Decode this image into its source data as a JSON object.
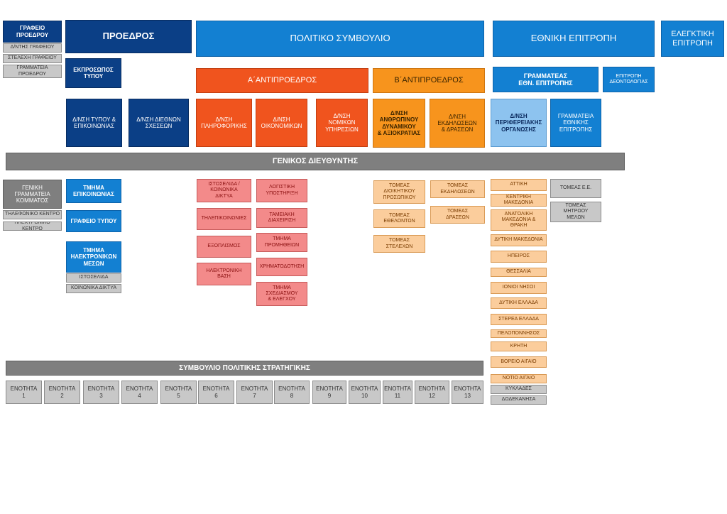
{
  "top": {
    "office_president": "ΓΡΑΦΕΙΟ\nΠΡΟΕΔΡΟΥ",
    "office_director": "Δ/ΝΤΗΣ ΓΡΑΦΕΙΟΥ",
    "office_staff": "ΣΤΕΛΕΧΗ ΓΡΑΦΕΙΟΥ",
    "office_secretariat": "ΓΡΑΜΜΑΤΕΙΑ\nΠΡΟΕΔΡΟΥ",
    "president": "ΠΡΟΕΔΡΟΣ",
    "spokesperson": "ΕΚΠΡΟΣΩΠΟΣ\nΤΥΠΟΥ",
    "political_council": "ΠΟΛΙΤΙΚΟ ΣΥΜΒΟΥΛΙΟ",
    "national_committee": "ΕΘΝΙΚΗ ΕΠΙΤΡΟΠΗ",
    "audit_committee": "ΕΛΕΓΚΤΙΚΗ\nΕΠΙΤΡΟΠΗ",
    "vp_a": "Α΄ΑΝΤΙΠΡΟΕΔΡΟΣ",
    "vp_b": "Β΄ΑΝΤΙΠΡΟΕΔΡΟΣ",
    "secretary_nc": "ΓΡΑΜΜΑΤΕΑΣ\nΕΘΝ. ΕΠΙΤΡΟΠΗΣ",
    "ethics_committee": "ΕΠΙΤΡΟΠΗ\nΔΕΟΝΤΟΛΟΓΙΑΣ"
  },
  "directorates": {
    "press_comm": "Δ/ΝΣΗ ΤΥΠΟΥ &\nΕΠΙΚΟΙΝΩΝΙΑΣ",
    "intl_rel": "Δ/ΝΣΗ ΔΙΕΘΝΩΝ\nΣΧΕΣΕΩΝ",
    "informatics": "Δ/ΝΣΗ\nΠΛΗΡΟΦΟΡΙΚΗΣ",
    "financial": "Δ/ΝΣΗ\nΟΙΚΟΝΟΜΙΚΩΝ",
    "legal": "Δ/ΝΣΗ\nΝΟΜΙΚΩΝ\nΥΠΗΡΕΣΙΩΝ",
    "hr": "Δ/ΝΣΗ\nΑΝΘΡΩΠΙΝΟΥ\nΔΥΝΑΜΙΚΟΥ\n& ΑΞΙΟΚΡΑΤΙΑΣ",
    "events": "Δ/ΝΣΗ\nΕΚΔΗΛΩΣΕΩΝ\n& ΔΡΑΣΕΩΝ",
    "regional": "Δ/ΝΣΗ\nΠΕΡΙΦΕΡΕΙΑΚΗΣ\nΟΡΓΑΝΩΣΗΣ",
    "nc_secretariat": "ΓΡΑΜΜΑΤΕΙΑ\nΕΘΝΙΚΗΣ\nΕΠΙΤΡΟΠΗΣ"
  },
  "general_director": "ΓΕΝΙΚΟΣ ΔΙΕΥΘΥΝΤΗΣ",
  "left_column": {
    "gen_secretariat": "ΓΕΝΙΚΗ\nΓΡΑΜΜΑΤΕΙΑ\nΚΟΜΜΑΤΟΣ",
    "phone_center": "ΤΗΛΕΦΩΝΙΚΟ ΚΕΝΤΡΟ",
    "electronic_center": "ΗΛΕΚΤΡΟΝΙΚΟ ΚΕΝΤΡΟ",
    "comm_dept": "ΤΜΗΜΑ\nΕΠΙΚΟΙΝΩΝΙΑΣ",
    "press_office": "ΓΡΑΦΕΙΟ ΤΥΠΟΥ",
    "electronic_media": "ΤΜΗΜΑ\nΗΛΕΚΤΡΟΝΙΚΩΝ\nΜΕΣΩΝ",
    "website": "ΙΣΤΟΣΕΛΙΔΑ",
    "social_networks": "ΚΟΙΝΩΝΙΚΑ ΔΙΚΤΥΑ"
  },
  "informatics_units": [
    "ΙΣΤΟΣΕΛΙΔΑ /\nΚΟΙΝΩΝΙΚΑ\nΔΙΚΤΥΑ",
    "ΤΗΛΕΠΙΚΟΙΝΩΝΙΕΣ",
    "ΕΞΟΠΛΙΣΜΟΣ",
    "ΗΛΕΚΤΡΟΝΙΚΗ\nΒΑΣΗ"
  ],
  "financial_units": [
    "ΛΟΓΙΣΤΙΚΗ\nΥΠΟΣΤΗΡΙΞΗ",
    "ΤΑΜΕΙΑΚΗ\nΔΙΑΧΕΙΡΙΣΗ",
    "ΤΜΗΜΑ\nΠΡΟΜΗΘΕΙΩΝ",
    "ΧΡΗΜΑΤΟΔΟΤΗΣΗ",
    "ΤΜΗΜΑ\nΣΧΕΔΙΑΣΜΟΥ\n& ΕΛΕΓΧΟΥ"
  ],
  "hr_units": [
    "ΤΟΜΕΑΣ\nΔΙΟΙΚΗΤΙΚΟΥ\nΠΡΟΣΩΠΙΚΟΥ",
    "ΤΟΜΕΑΣ\nΕΘΕΛΟΝΤΩΝ",
    "ΤΟΜΕΑΣ\nΣΤΕΛΕΧΩΝ"
  ],
  "events_units": [
    "ΤΟΜΕΑΣ\nΕΚΔΗΛΩΣΕΩΝ",
    "ΤΟΜΕΑΣ\nΔΡΑΣΕΩΝ"
  ],
  "regions": [
    "ΑΤΤΙΚΗ",
    "ΚΕΝΤΡΙΚΗ\nΜΑΚΕΔΟΝΙΑ",
    "ΑΝΑΤΟΛΙΚΗ\nΜΑΚΕΔΟΝΙΑ &\nΘΡΑΚΗ",
    "ΔΥΤΙΚΗ ΜΑΚΕΔΟΝΙΑ",
    "ΗΠΕΙΡΟΣ",
    "ΘΕΣΣΑΛΙΑ",
    "ΙΟΝΙΟΙ ΝΗΣΟΙ",
    "ΔΥΤΙΚΗ ΕΛΛΑΔΑ",
    "ΣΤΕΡΕΑ ΕΛΛΑΔΑ",
    "ΠΕΛΟΠΟΝΝΗΣΟΣ",
    "ΚΡΗΤΗ",
    "ΒΟΡΕΙΟ ΑΙΓΑΙΟ",
    "ΝΟΤΙΟ ΑΙΓΑΙΟ"
  ],
  "aegean_sub": [
    "ΚΥΚΛΑΔΕΣ",
    "ΔΩΔΕΚΑΝΗΣΑ"
  ],
  "nc_units": [
    "ΤΟΜΕΑΣ Ε.Ε.",
    "ΤΟΜΕΑΣ\nΜΗΤΡΩΟΥ\nΜΕΛΩΝ"
  ],
  "strategy_council": "ΣΥΜΒΟΥΛΙΟ ΠΟΛΙΤΙΚΗΣ ΣΤΡΑΤΗΓΙΚΗΣ",
  "units": [
    "ΕΝΟΤΗΤΑ\n1",
    "ΕΝΟΤΗΤΑ\n2",
    "ΕΝΟΤΗΤΑ\n3",
    "ΕΝΟΤΗΤΑ\n4",
    "ΕΝΟΤΗΤΑ\n5",
    "ΕΝΟΤΗΤΑ\n6",
    "ΕΝΟΤΗΤΑ\n7",
    "ΕΝΟΤΗΤΑ\n8",
    "ΕΝΟΤΗΤΑ\n9",
    "ΕΝΟΤΗΤΑ\n10",
    "ΕΝΟΤΗΤΑ\n11",
    "ΕΝΟΤΗΤΑ\n12",
    "ΕΝΟΤΗΤΑ\n13"
  ]
}
